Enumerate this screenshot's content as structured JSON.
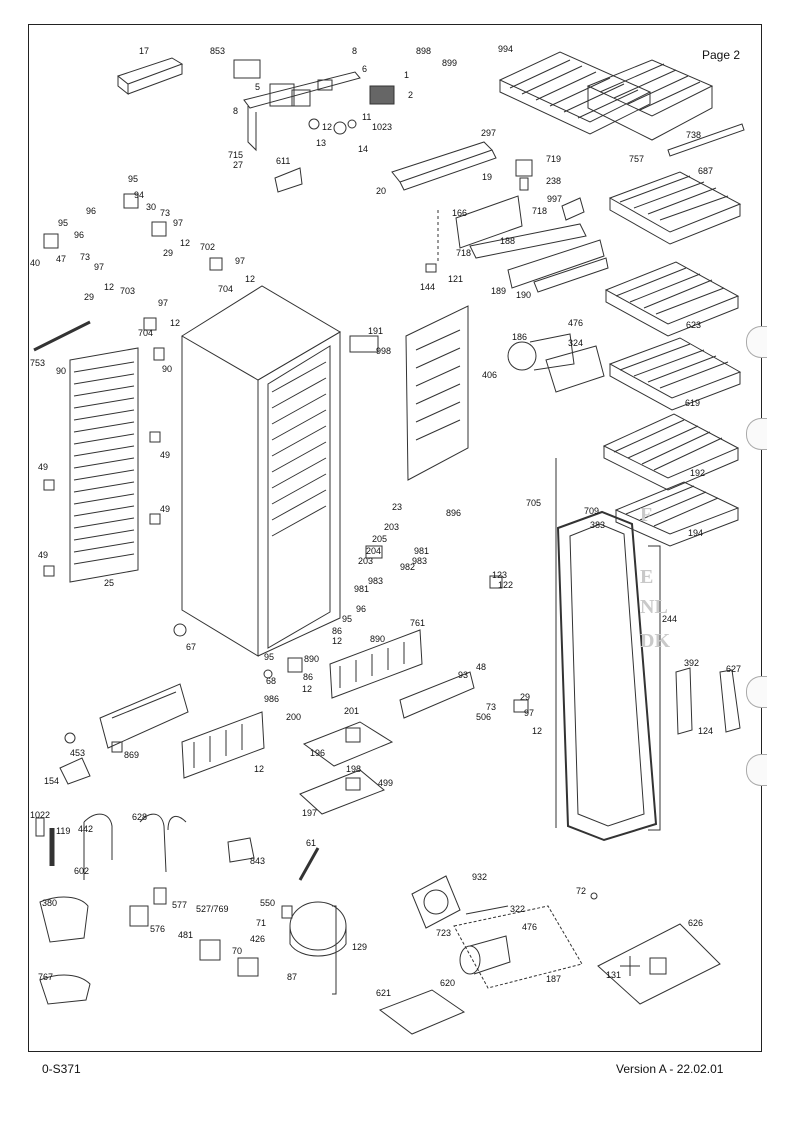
{
  "header": {
    "page_label": "Page 2"
  },
  "footer": {
    "doc_code": "0-S371",
    "version": "Version A  -  22.02.01"
  },
  "languages": [
    {
      "code": "F",
      "text": ""
    },
    {
      "code": "E",
      "text": ""
    },
    {
      "code": "NL",
      "text": ""
    },
    {
      "code": "DK",
      "text": ""
    }
  ],
  "parts": {
    "p17": "17",
    "p853": "853",
    "p8a": "8",
    "p6": "6",
    "p1": "1",
    "p2": "2",
    "p5": "5",
    "p8b": "8",
    "p11": "11",
    "p1023": "1023",
    "p12a": "12",
    "p13": "13",
    "p14": "14",
    "p715": "715",
    "p27": "27",
    "p611": "611",
    "p898": "898",
    "p899": "899",
    "p994": "994",
    "p738": "738",
    "p297": "297",
    "p757": "757",
    "p687": "687",
    "p719": "719",
    "p238": "238",
    "p20": "20",
    "p19": "19",
    "p997": "997",
    "p718a": "718",
    "p166": "166",
    "p188": "188",
    "p718b": "718",
    "p121": "121",
    "p189": "189",
    "p190": "190",
    "p144": "144",
    "p95a": "95",
    "p94": "94",
    "p96a": "96",
    "p30": "30",
    "p73a": "73",
    "p97a": "97",
    "p12b": "12",
    "p29a": "29",
    "p95b": "95",
    "p96b": "96",
    "p40": "40",
    "p47": "47",
    "p73b": "73",
    "p97b": "97",
    "p12c": "12",
    "p29b": "29",
    "p702": "702",
    "p97c": "97",
    "p12d": "12",
    "p704a": "704",
    "p703": "703",
    "p97d": "97",
    "p12e": "12",
    "p704b": "704",
    "p191": "191",
    "p998": "998",
    "p406": "406",
    "p476a": "476",
    "p186": "186",
    "p324": "324",
    "p623": "623",
    "p619": "619",
    "p192": "192",
    "p753": "753",
    "p90a": "90",
    "p90b": "90",
    "p49a": "49",
    "p49b": "49",
    "p49c": "49",
    "p49d": "49",
    "p25": "25",
    "p23": "23",
    "p896": "896",
    "p705": "705",
    "p709": "709",
    "p383": "383",
    "p194": "194",
    "p203a": "203",
    "p205": "205",
    "p204": "204",
    "p203b": "203",
    "p981a": "981",
    "p983a": "983",
    "p982": "982",
    "p981b": "981",
    "p983b": "983",
    "p123": "123",
    "p122": "122",
    "p96c": "96",
    "p95c": "95",
    "p86a": "86",
    "p12f": "12",
    "p890a": "890",
    "p761": "761",
    "p93": "93",
    "p48": "48",
    "p67": "67",
    "p95d": "95",
    "p890b": "890",
    "p68": "68",
    "p86b": "86",
    "p12g": "12",
    "p244": "244",
    "p392": "392",
    "p627": "627",
    "p124": "124",
    "p29c": "29",
    "p73c": "73",
    "p506": "506",
    "p97e": "97",
    "p12h": "12",
    "p986": "986",
    "p200": "200",
    "p201": "201",
    "p196": "196",
    "p198": "198",
    "p499": "499",
    "p197": "197",
    "p453": "453",
    "p869": "869",
    "p154": "154",
    "p12i": "12",
    "p1022": "1022",
    "p119": "119",
    "p442": "442",
    "p628": "628",
    "p602": "602",
    "p61": "61",
    "p843": "843",
    "p380": "380",
    "p577": "577",
    "p576": "576",
    "p527": "527/769",
    "p550": "550",
    "p481": "481",
    "p71": "71",
    "p426": "426",
    "p70": "70",
    "p129": "129",
    "p87": "87",
    "p767": "767",
    "p932": "932",
    "p322": "322",
    "p723": "723",
    "p476b": "476",
    "p72": "72",
    "p626": "626",
    "p187": "187",
    "p131": "131",
    "p620": "620",
    "p621": "621"
  }
}
